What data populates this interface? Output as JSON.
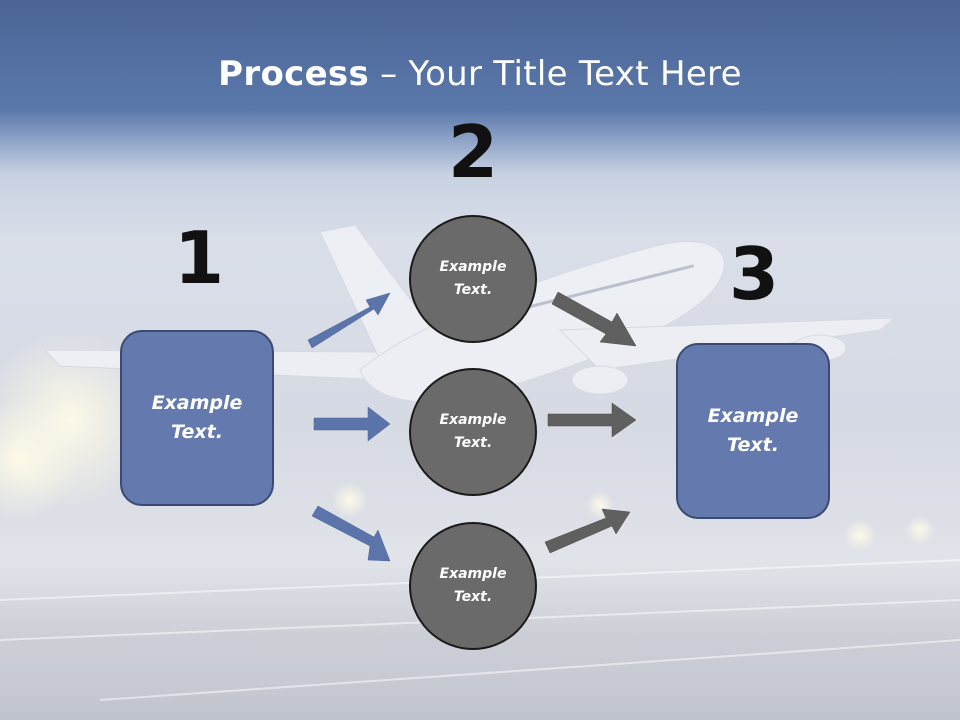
{
  "slide": {
    "title_bold": "Process",
    "title_rest": " – Your Title Text Here"
  },
  "steps": [
    {
      "number": "1",
      "text": "Example Text."
    },
    {
      "number": "2",
      "text": "Example Text."
    },
    {
      "number": "3",
      "text": "Example Text."
    }
  ],
  "circles": [
    {
      "text": "Example Text."
    },
    {
      "text": "Example Text."
    },
    {
      "text": "Example Text."
    }
  ],
  "colors": {
    "box_fill": "#6479ad",
    "circle_fill": "#6a6a6a",
    "blue_arrow": "#5b74aa",
    "gray_arrow": "#606060"
  }
}
